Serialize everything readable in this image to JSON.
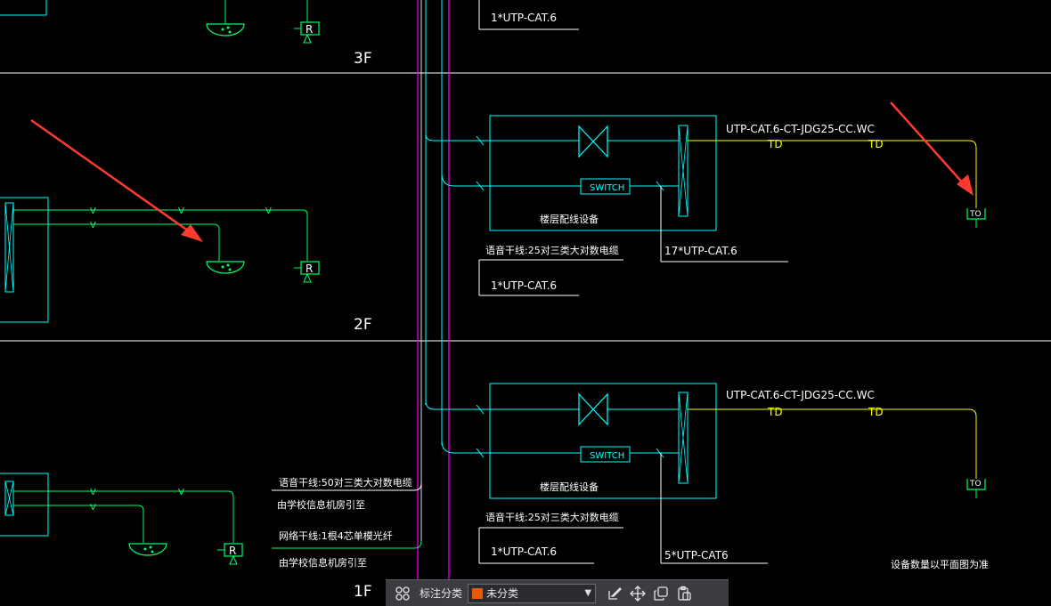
{
  "floors": [
    {
      "label": "3F"
    },
    {
      "label": "2F"
    },
    {
      "label": "1F"
    }
  ],
  "labels": {
    "cable_3f": "1*UTP-CAT.6",
    "cable_2f_trunk": "UTP-CAT.6-CT-JDG25-CC.WC",
    "td": "TD",
    "switch": "SWITCH",
    "floor_dist": "楼层配线设备",
    "voice_trunk_25": "语音干线:25对三类大对数电缆",
    "cat6_17": "17*UTP-CAT.6",
    "cat6_1": "1*UTP-CAT.6",
    "cat6_5": "5*UTP-CAT6",
    "voice_trunk_50": "语音干线:50对三类大对数电缆",
    "from_school": "由学校信息机房引至",
    "net_trunk": "网络干线:1根4芯单模光纤",
    "equip_note": "设备数量以平面图为准",
    "v": "V",
    "r": "R",
    "to": "TO"
  },
  "toolbar": {
    "label": "标注分类",
    "category": "未分类",
    "category_color": "#e8590c"
  },
  "colors": {
    "cyan": "#00ffff",
    "green": "#00ff66",
    "yellow": "#ffff00",
    "magenta": "#ff00ff",
    "red_arrow": "#ff3b30"
  }
}
